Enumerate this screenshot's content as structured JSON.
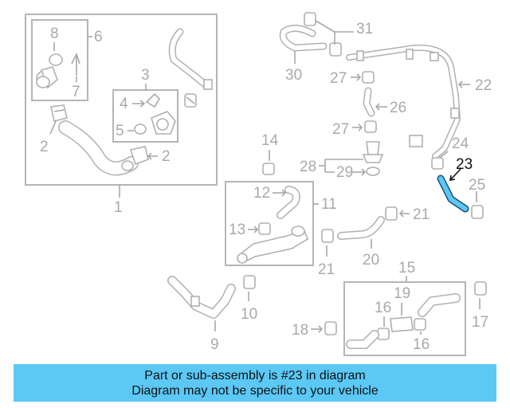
{
  "diagram": {
    "highlight_color": "#5bc8f5",
    "labels": {
      "l1": "1",
      "l2a": "2",
      "l2b": "2",
      "l3": "3",
      "l4": "4",
      "l5": "5",
      "l6": "6",
      "l7": "7",
      "l8": "8",
      "l9": "9",
      "l10": "10",
      "l11": "11",
      "l12": "12",
      "l13": "13",
      "l14": "14",
      "l15": "15",
      "l16a": "16",
      "l16b": "16",
      "l17": "17",
      "l18": "18",
      "l19": "19",
      "l20": "20",
      "l21a": "21",
      "l21b": "21",
      "l22": "22",
      "l23": "23",
      "l24": "24",
      "l25": "25",
      "l26": "26",
      "l27a": "27",
      "l27b": "27",
      "l28": "28",
      "l29": "29",
      "l30": "30",
      "l31": "31"
    }
  },
  "banner": {
    "line1": "Part or sub-assembly is #23 in diagram",
    "line2": "Diagram may not be specific to your vehicle"
  }
}
